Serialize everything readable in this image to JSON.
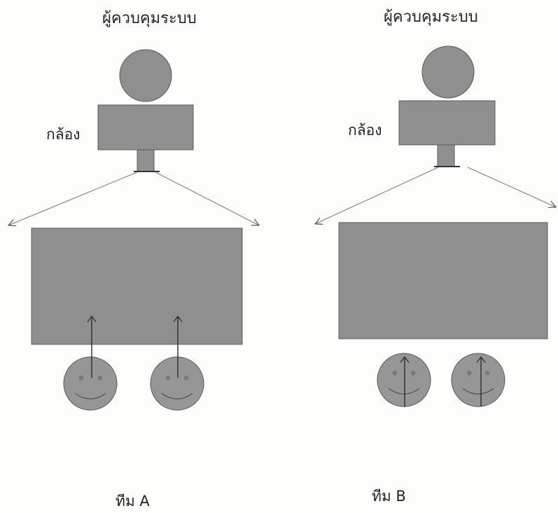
{
  "controller_label": "ผู้ควบคุมระบบ",
  "camera_label": "กล้อง",
  "team_a": {
    "label": "ทีม A"
  },
  "team_b": {
    "label": "ทีม B"
  },
  "colors": {
    "shape_fill": "#8f8f8f",
    "shape_stroke": "#5a5a5a",
    "line": "#666666",
    "face_fill": "#969696"
  }
}
